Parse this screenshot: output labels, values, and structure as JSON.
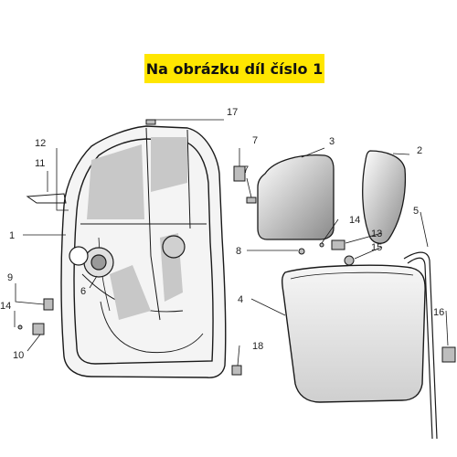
{
  "banner": {
    "text": "Na obrázku díl číslo 1"
  },
  "callouts": [
    "17",
    "12",
    "11",
    "1",
    "9",
    "14",
    "10",
    "6",
    "7",
    "7",
    "8",
    "3",
    "2",
    "14",
    "13",
    "15",
    "5",
    "4",
    "16",
    "18"
  ],
  "colors": {
    "banner": "#ffe600",
    "line": "#1a1a1a",
    "shade": "#c8c8c8"
  }
}
